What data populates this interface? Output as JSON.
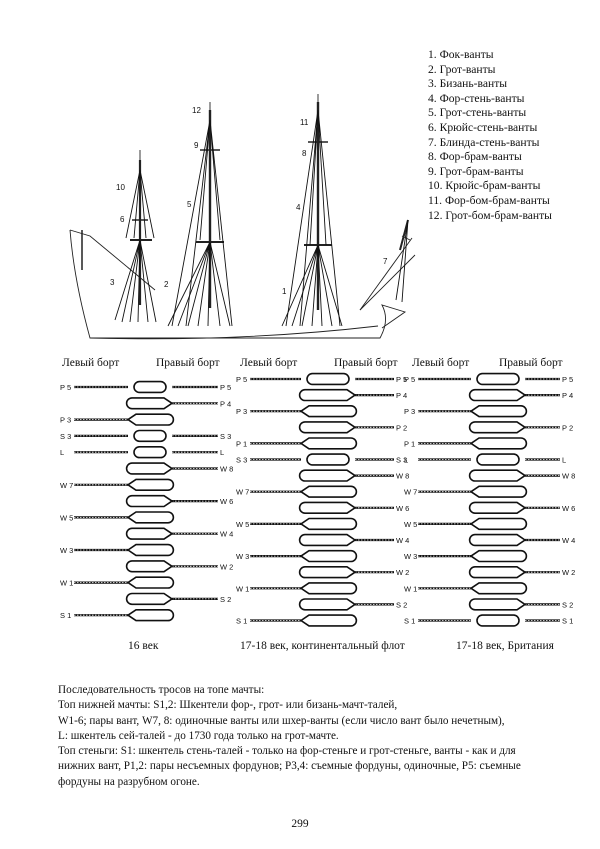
{
  "legend": [
    "1. Фок-ванты",
    "2. Грот-ванты",
    "3. Бизань-ванты",
    "4. Фор-стень-ванты",
    "5. Грот-стень-ванты",
    "6. Крюйс-стень-ванты",
    "7. Блинда-стень-ванты",
    "8. Фор-брам-ванты",
    "9. Грот-брам-ванты",
    "10. Крюйс-брам-ванты",
    "11. Фор-бом-брам-ванты",
    "12. Грот-бом-брам-ванты"
  ],
  "ship_numbers": [
    "1",
    "2",
    "3",
    "4",
    "5",
    "6",
    "7",
    "8",
    "9",
    "10",
    "11",
    "12"
  ],
  "headers": {
    "left": "Левый борт",
    "right": "Правый борт"
  },
  "diagrams": [
    {
      "caption": "16 век",
      "rows": [
        {
          "left": "P 5",
          "right": "P 5"
        },
        {
          "left": "",
          "right": "P 4"
        },
        {
          "left": "P 3",
          "right": ""
        },
        {
          "left": "S 3",
          "right": "S 3"
        },
        {
          "left": "L",
          "right": "L"
        },
        {
          "left": "",
          "right": "W 8"
        },
        {
          "left": "W 7",
          "right": ""
        },
        {
          "left": "",
          "right": "W 6"
        },
        {
          "left": "W 5",
          "right": ""
        },
        {
          "left": "",
          "right": "W 4"
        },
        {
          "left": "W 3",
          "right": ""
        },
        {
          "left": "",
          "right": "W 2"
        },
        {
          "left": "W 1",
          "right": ""
        },
        {
          "left": "",
          "right": "S 2"
        },
        {
          "left": "S 1",
          "right": ""
        }
      ]
    },
    {
      "caption": "17-18 век, континентальный флот",
      "rows": [
        {
          "left": "P 5",
          "right": "P 5"
        },
        {
          "left": "",
          "right": "P 4"
        },
        {
          "left": "P 3",
          "right": ""
        },
        {
          "left": "",
          "right": "P 2"
        },
        {
          "left": "P 1",
          "right": ""
        },
        {
          "left": "S 3",
          "right": "S 3"
        },
        {
          "left": "",
          "right": "W 8"
        },
        {
          "left": "W 7",
          "right": ""
        },
        {
          "left": "",
          "right": "W 6"
        },
        {
          "left": "W 5",
          "right": ""
        },
        {
          "left": "",
          "right": "W 4"
        },
        {
          "left": "W 3",
          "right": ""
        },
        {
          "left": "",
          "right": "W 2"
        },
        {
          "left": "W 1",
          "right": ""
        },
        {
          "left": "",
          "right": "S 2"
        },
        {
          "left": "S 1",
          "right": ""
        }
      ]
    },
    {
      "caption": "17-18 век, Британия",
      "rows": [
        {
          "left": "P 5",
          "right": "P 5"
        },
        {
          "left": "",
          "right": "P 4"
        },
        {
          "left": "P 3",
          "right": ""
        },
        {
          "left": "",
          "right": "P 2"
        },
        {
          "left": "P 1",
          "right": ""
        },
        {
          "left": "L",
          "right": "L"
        },
        {
          "left": "",
          "right": "W 8"
        },
        {
          "left": "W 7",
          "right": ""
        },
        {
          "left": "",
          "right": "W 6"
        },
        {
          "left": "W 5",
          "right": ""
        },
        {
          "left": "",
          "right": "W 4"
        },
        {
          "left": "W 3",
          "right": ""
        },
        {
          "left": "",
          "right": "W 2"
        },
        {
          "left": "W 1",
          "right": ""
        },
        {
          "left": "",
          "right": "S 2"
        },
        {
          "left": "S 1",
          "right": "S 1"
        }
      ]
    }
  ],
  "text": {
    "line1": "Последовательность тросов на топе мачты:",
    "line2": "Топ нижней мачты: S1,2: Шкентели фор-, грот- или бизань-мачт-талей,",
    "line3": "W1-6; пары вант, W7, 8: одиночные ванты или шхер-ванты (если число вант было нечетным),",
    "line4": "L: шкентель сей-талей - до 1730 года только на грот-мачте.",
    "line5": "Топ стеньги: S1: шкентель стень-талей - только на фор-стеньге и грот-стеньге, ванты - как и для",
    "line6": "нижних вант, P1,2: пары несъемных фордунов; P3,4: съемные фордуны, одиночные, P5: съемные",
    "line7": "фордуны на разрубном огоне."
  },
  "page_number": "299"
}
